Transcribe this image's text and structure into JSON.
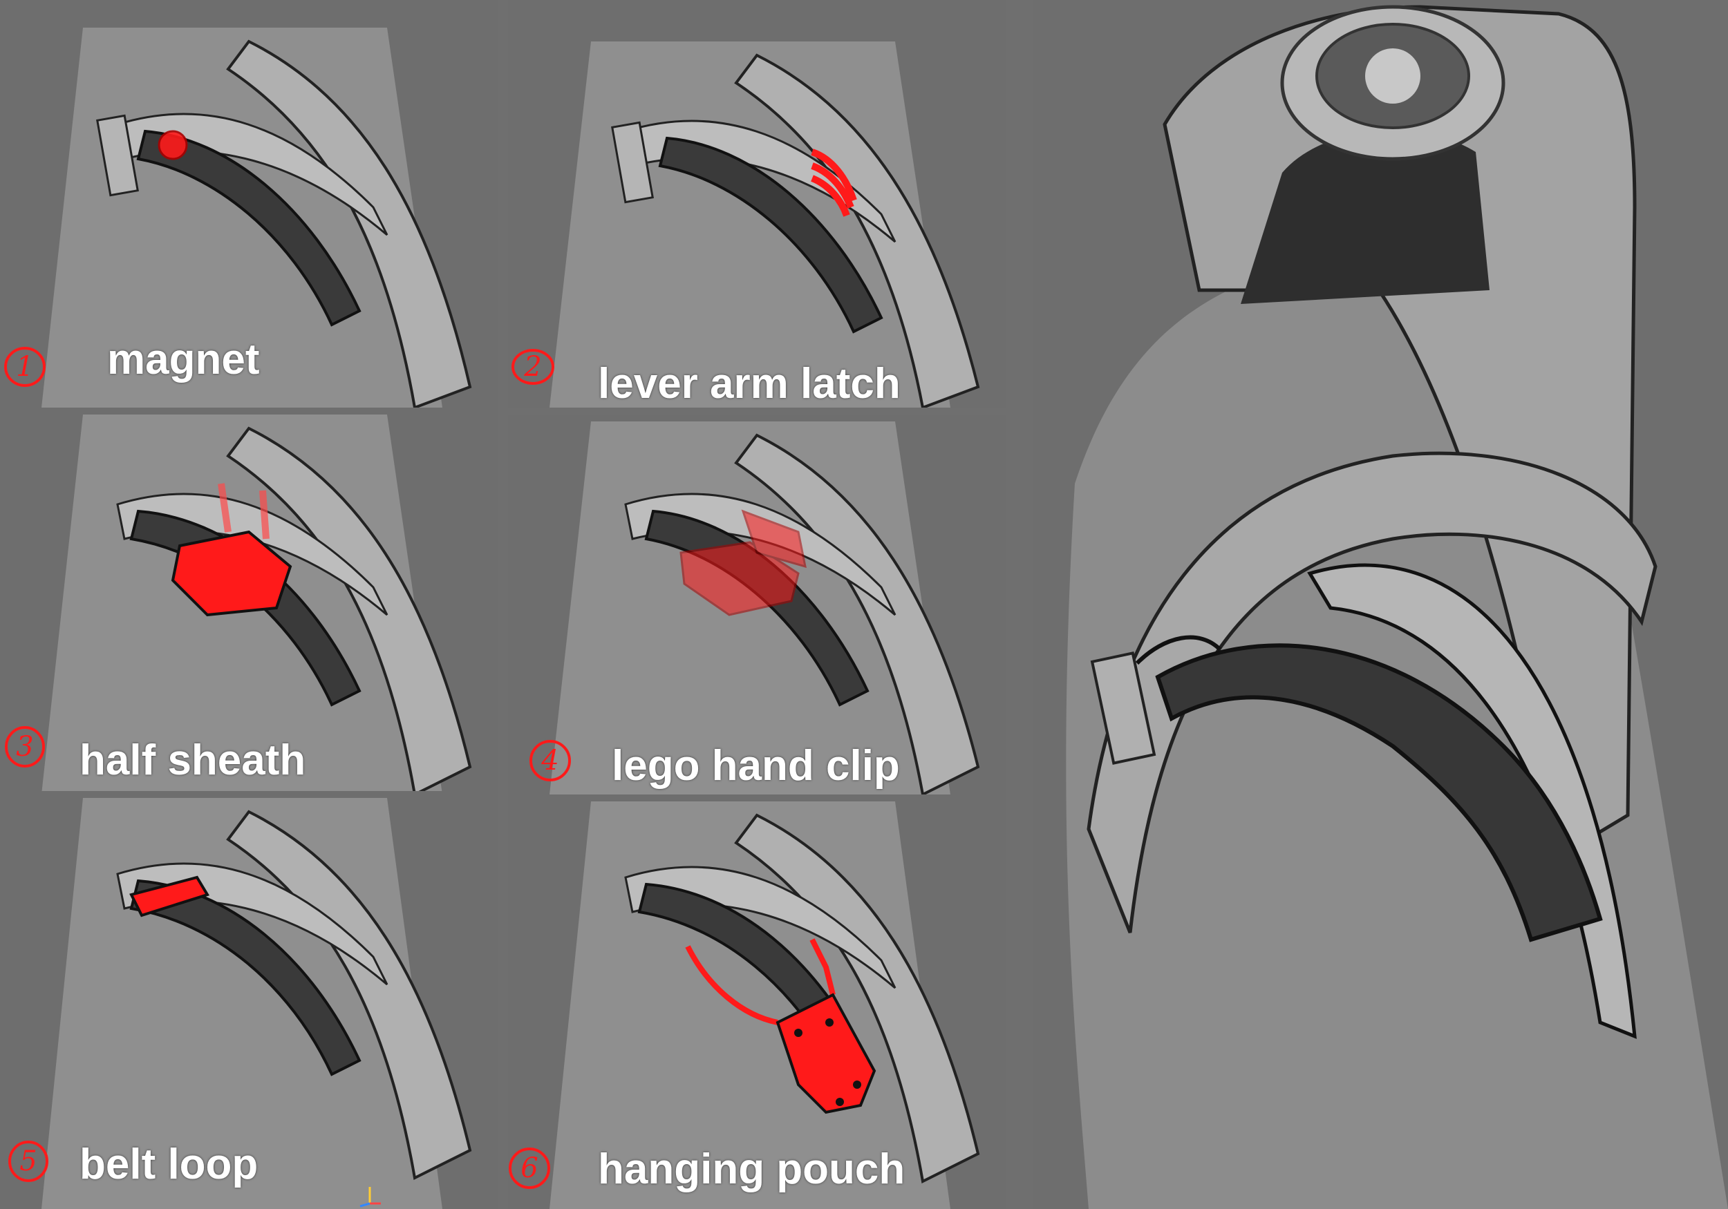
{
  "panels": [
    {
      "number": "1",
      "label": "magnet",
      "variant": "magnet"
    },
    {
      "number": "2",
      "label": "lever arm latch",
      "variant": "lever"
    },
    {
      "number": "3",
      "label": "half sheath",
      "variant": "sheath"
    },
    {
      "number": "4",
      "label": "lego hand clip",
      "variant": "lego"
    },
    {
      "number": "5",
      "label": "belt loop",
      "variant": "loop"
    },
    {
      "number": "6",
      "label": "hanging pouch",
      "variant": "pouch"
    }
  ],
  "colors": {
    "background": "#6f6f6f",
    "model": "#a8a8a8",
    "strap": "#3a3a3a",
    "highlight": "#ff1a1a",
    "label": "#ffffff"
  },
  "icons": {
    "number_marker": "hand-drawn-circle-icon",
    "viewport_axis": "xyz-axis-icon"
  }
}
